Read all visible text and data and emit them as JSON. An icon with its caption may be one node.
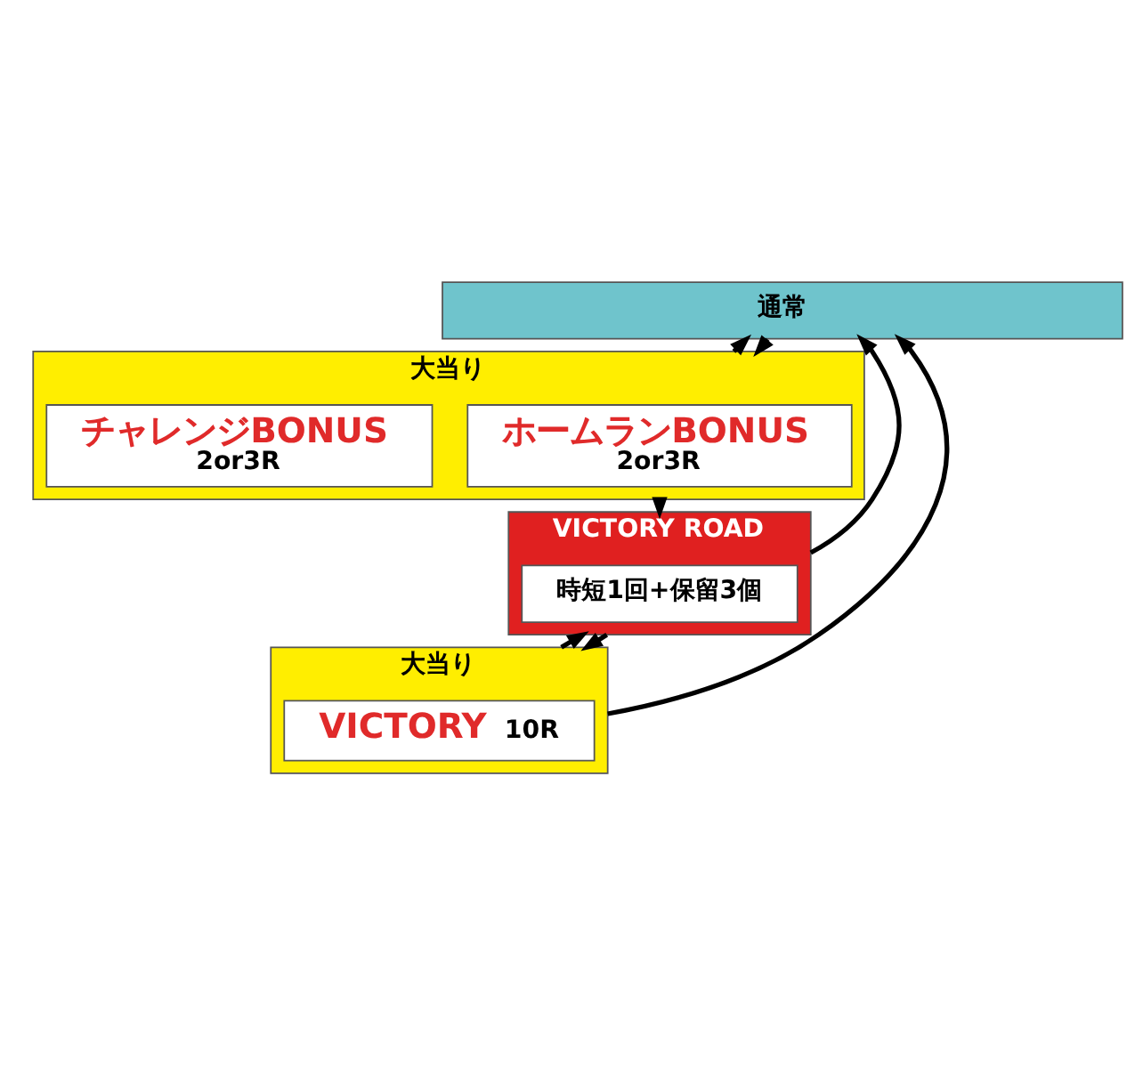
{
  "diagram": {
    "nodes": [
      {
        "text": [
          "通常"
        ]
      },
      {
        "text": [
          "大当り"
        ]
      },
      {
        "text": [
          "ホームランBONUS",
          "2or3R"
        ],
        "in": 1
      },
      {
        "text": [
          "チャレンジBONUS",
          "2or3R"
        ],
        "in": 1
      },
      {
        "text": [
          "VICTORY ROAD"
        ]
      },
      {
        "text": [
          "時短1回+保留3個"
        ],
        "in": 4
      },
      {
        "text": [
          "大当り"
        ]
      },
      {
        "text": [
          "VICTORY",
          "10R"
        ],
        "in": 6
      }
    ],
    "edges": [
      {
        "from": 0,
        "to": 1,
        "arrow": "to"
      },
      {
        "from": 1,
        "to": 0,
        "arrow": "to"
      },
      {
        "from": 1,
        "to": 4,
        "arrow": "to"
      },
      {
        "from": 4,
        "to": 6,
        "arrow": "to"
      },
      {
        "from": 6,
        "to": 4,
        "arrow": "to"
      },
      {
        "from": 4,
        "to": 0,
        "arrow": "to"
      },
      {
        "from": 6,
        "to": 0,
        "arrow": "to"
      }
    ]
  }
}
